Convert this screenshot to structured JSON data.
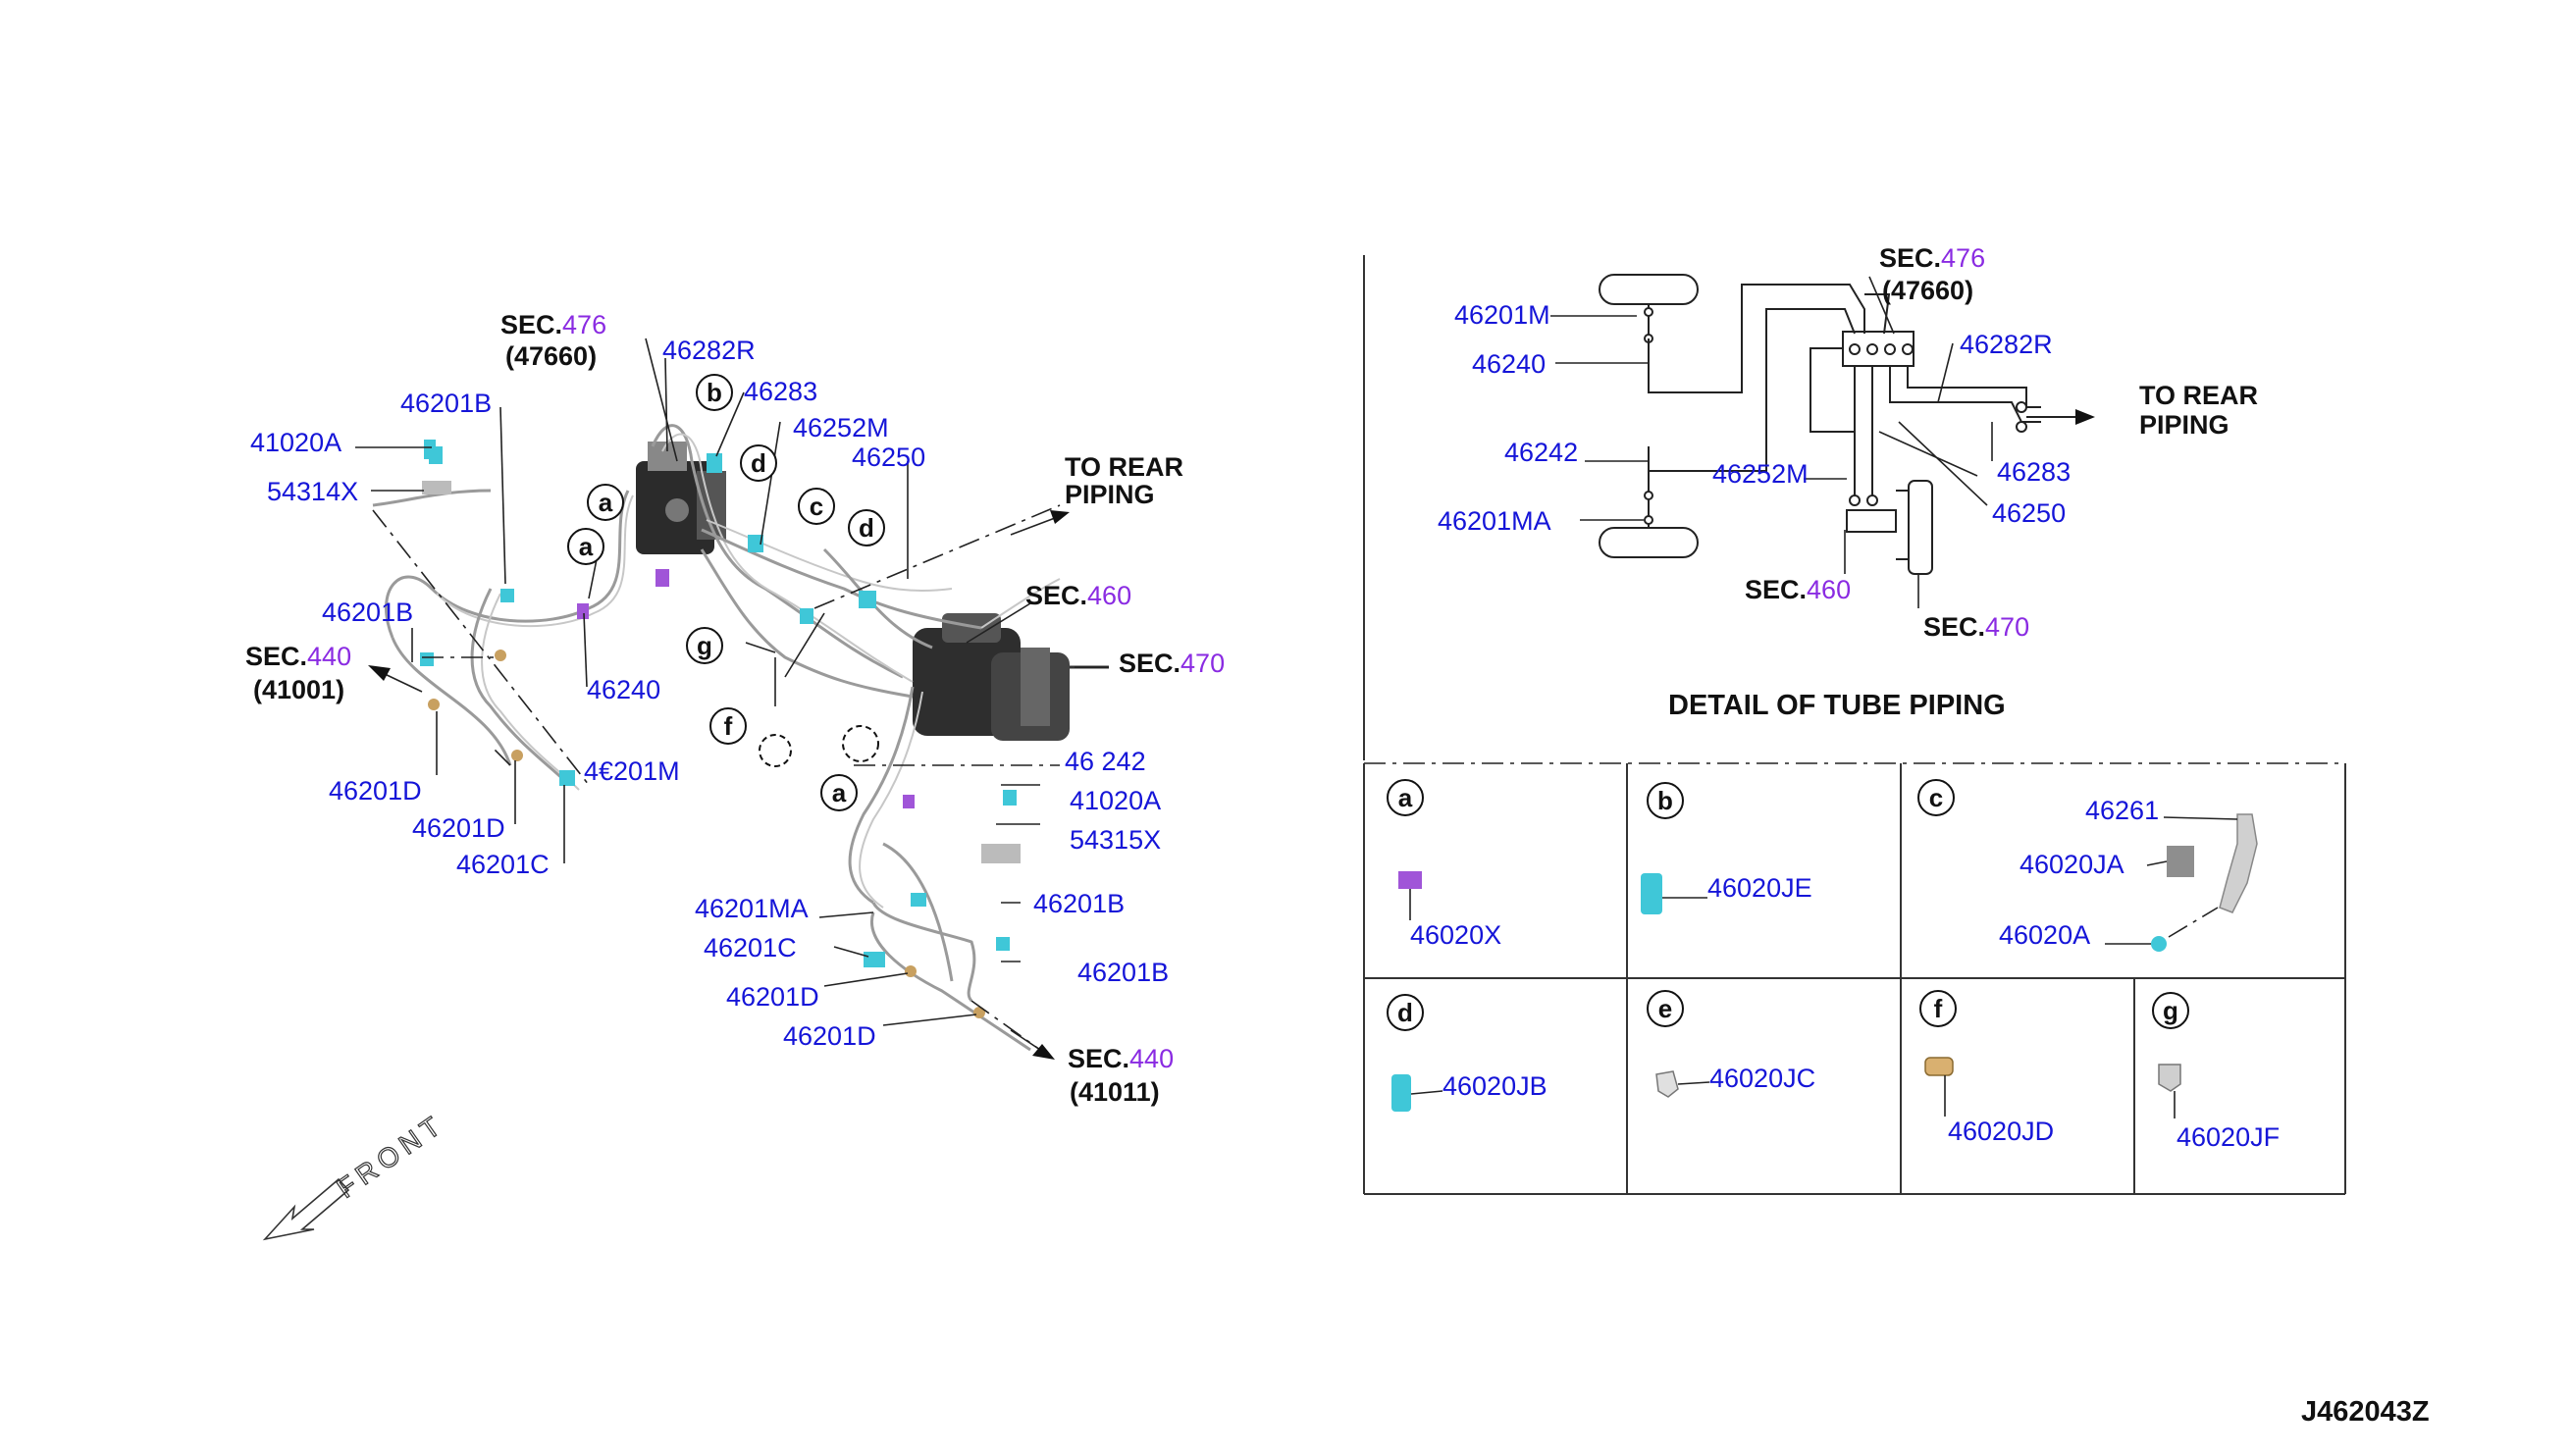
{
  "sec476": {
    "prefix": "SEC.",
    "num": "476",
    "sub": "(47660)"
  },
  "sec460": {
    "prefix": "SEC.",
    "num": "460"
  },
  "sec470": {
    "prefix": "SEC.",
    "num": "470"
  },
  "sec440_front": {
    "prefix": "SEC.",
    "num": "440",
    "sub": "(41001)"
  },
  "sec440_rear": {
    "prefix": "SEC.",
    "num": "440",
    "sub": "(41011)"
  },
  "to_rear_line1": "TO REAR",
  "to_rear_line2": "PIPING",
  "front_label": "FRONT",
  "main_parts": {
    "p46282R": "46282R",
    "p46283": "46283",
    "p46252M": "46252M",
    "p46250": "46250",
    "p46201B_top": "46201B",
    "p41020A_left": "41020A",
    "p54314X": "54314X",
    "p46201B_mid": "46201B",
    "p46240": "46240",
    "p46201D_a": "46201D",
    "p46201D_b": "46201D",
    "p46201C_left": "46201C",
    "p46201M": "4€201M",
    "p46242": "46 242",
    "p41020A_right": "41020A",
    "p54315X": "54315X",
    "p46201MA": "46201MA",
    "p46201B_r1": "46201B",
    "p46201C_right": "46201C",
    "p46201B_r2": "46201B",
    "p46201D_c": "46201D",
    "p46201D_d": "46201D"
  },
  "callouts": [
    "a",
    "a",
    "b",
    "d",
    "c",
    "d",
    "g",
    "f",
    "a"
  ],
  "schematic": {
    "p46201M": "46201M",
    "p46240": "46240",
    "p46242": "46242",
    "p46201MA": "46201MA",
    "p46252M": "46252M",
    "p46282R": "46282R",
    "p46283": "46283",
    "p46250": "46250"
  },
  "detail_title": "DETAIL OF TUBE PIPING",
  "detail_cells": {
    "a": {
      "letter": "a",
      "part": "46020X"
    },
    "b": {
      "letter": "b",
      "part": "46020JE"
    },
    "c": {
      "letter": "c",
      "part1": "46261",
      "part2": "46020JA",
      "part3": "46020A"
    },
    "d": {
      "letter": "d",
      "part": "46020JB"
    },
    "e": {
      "letter": "e",
      "part": "46020JC"
    },
    "f": {
      "letter": "f",
      "part": "46020JD"
    },
    "g": {
      "letter": "g",
      "part": "46020JF"
    }
  },
  "drawing_id": "J462043Z",
  "colors": {
    "part_number": "#1515d8",
    "section_number": "#8a2be2",
    "clip_cyan": "#3fc7d8",
    "clip_purple": "#a055d8"
  }
}
